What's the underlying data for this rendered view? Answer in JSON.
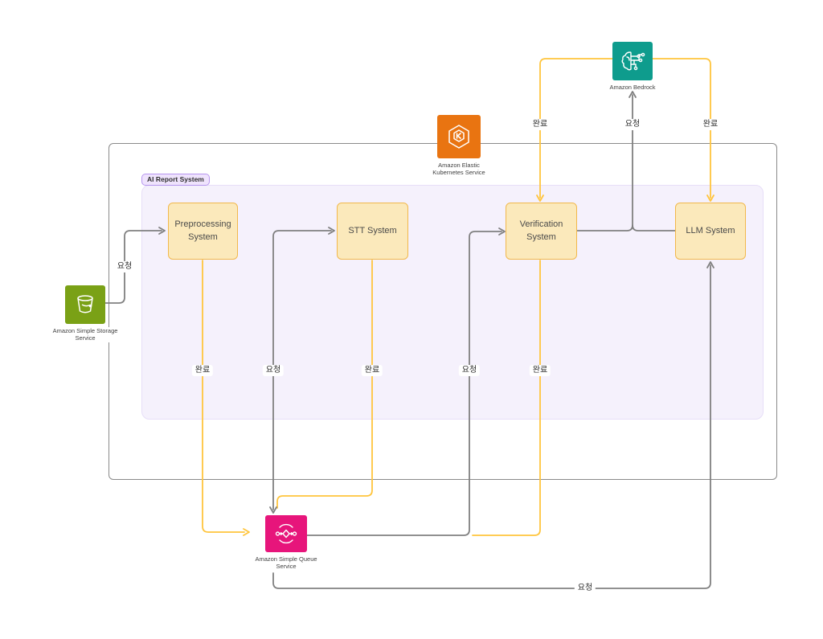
{
  "group": {
    "label": "AI Report System"
  },
  "nodes": {
    "preprocessing": {
      "label": "Preprocessing System"
    },
    "stt": {
      "label": "STT System"
    },
    "verification": {
      "label": "Verification System"
    },
    "llm": {
      "label": "LLM System"
    }
  },
  "services": {
    "bedrock": {
      "label": "Amazon Bedrock",
      "color": "#0e9c8d"
    },
    "eks": {
      "label": "Amazon Elastic Kubernetes Service",
      "color": "#e97411"
    },
    "s3": {
      "label": "Amazon Simple Storage Service",
      "color": "#7aa116"
    },
    "sqs": {
      "label": "Amazon Simple Queue Service",
      "color": "#e7157b"
    }
  },
  "labels": {
    "request": "요청",
    "complete": "완료"
  },
  "colors": {
    "edge_gray": "#808080",
    "edge_yellow": "#ffc53d",
    "node_fill": "#fbe9bb",
    "node_border": "#f1b84c",
    "region_fill": "#f5f1fc",
    "badge_border": "#b695ee"
  }
}
